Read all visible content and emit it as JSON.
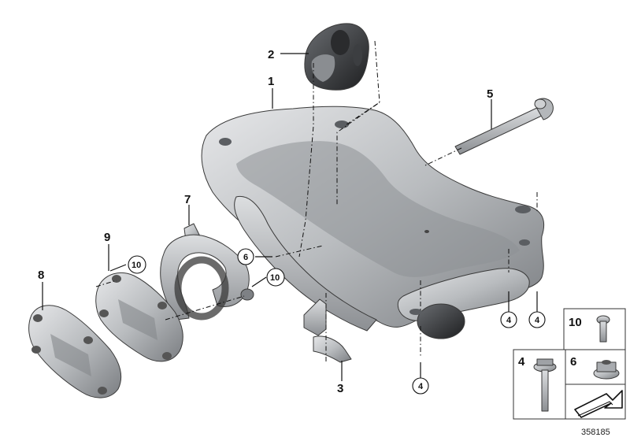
{
  "callouts": {
    "c1": "1",
    "c2": "2",
    "c3": "3",
    "c4a": "4",
    "c4b": "4",
    "c4c": "4",
    "c5": "5",
    "c6": "6",
    "c7": "7",
    "c8": "8",
    "c9": "9",
    "c10a": "10",
    "c10b": "10"
  },
  "inset": {
    "item10": "10",
    "item4": "4",
    "item6": "6"
  },
  "document_number": "358185",
  "colors": {
    "metal_light": "#d4d6d8",
    "metal_mid": "#a9acb0",
    "metal_dark": "#6e7175",
    "rubber": "#2f3134",
    "line": "#111111"
  }
}
